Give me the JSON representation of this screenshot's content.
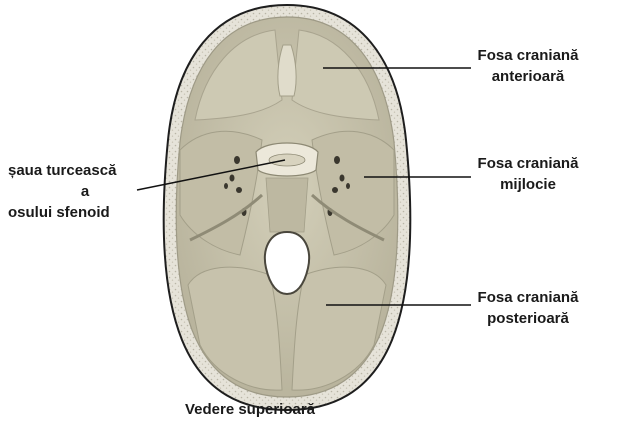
{
  "labels": {
    "anterior": [
      "Fosa craniană",
      "anterioară"
    ],
    "middle": [
      "Fosa craniană",
      "mijlocie"
    ],
    "posterior": [
      "Fosa craniană",
      "posterioară"
    ],
    "sella": [
      "șaua turcească",
      "a",
      "osului sfenoid"
    ]
  },
  "caption": "Vedere superioară",
  "colors": {
    "bone": "#c9c4ad",
    "bone_shadow": "#aaa58e",
    "rim": "#e4e1d6",
    "outline": "#1e1e1e",
    "leader": "#111111"
  }
}
